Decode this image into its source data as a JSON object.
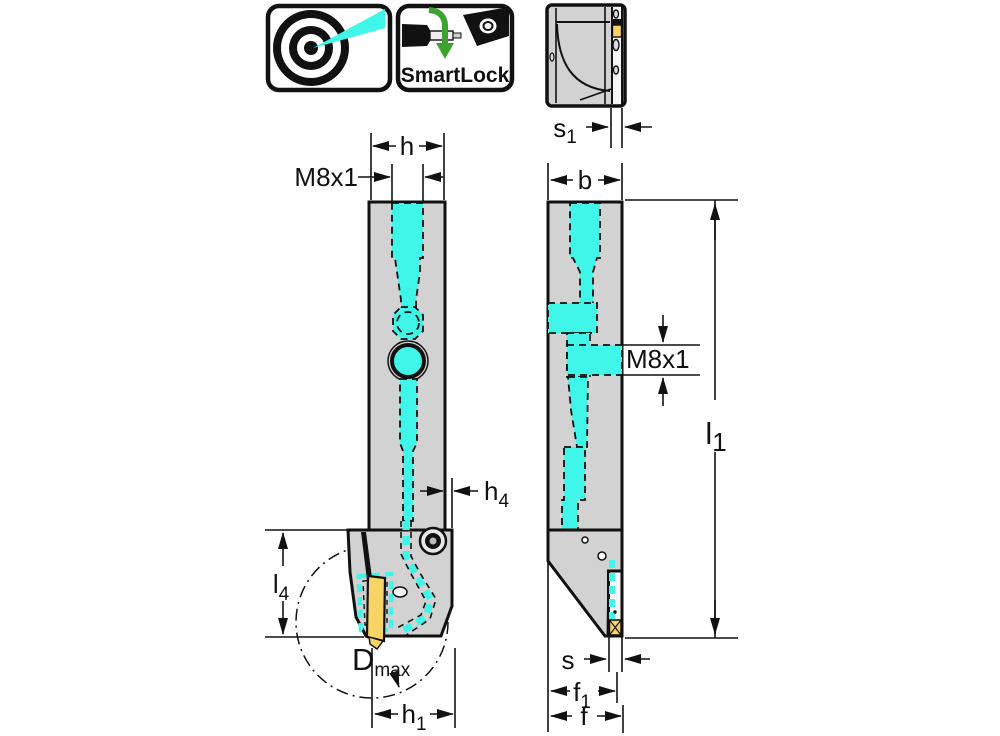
{
  "drawing": {
    "labels": {
      "h": "h",
      "m8x1_front": "M8x1",
      "h4_base": "h",
      "h4_sub": "4",
      "l4_base": "l",
      "l4_sub": "4",
      "dmax_base": "D",
      "dmax_sub": "max",
      "h1_base": "h",
      "h1_sub": "1",
      "s1_base": "s",
      "s1_sub": "1",
      "b": "b",
      "m8x1_side": "M8x1",
      "l1_base": "l",
      "l1_sub": "1",
      "s": "s",
      "f1_base": "f",
      "f1_sub": "1",
      "f": "f"
    },
    "icons": {
      "smartlock_label": "SmartLock",
      "coolant_icon": "precision-coolant-spray",
      "insert_icon": "indexable-insert",
      "screwdriver_icon": "screwdriver"
    }
  },
  "colors": {
    "coolant_cyan": "#3FF6E9",
    "body_gray": "#D2D2D2",
    "insert_gold": "#F8D367",
    "arrow_green": "#3CA32F",
    "line_black": "#111111",
    "white": "#F6F6F6"
  }
}
